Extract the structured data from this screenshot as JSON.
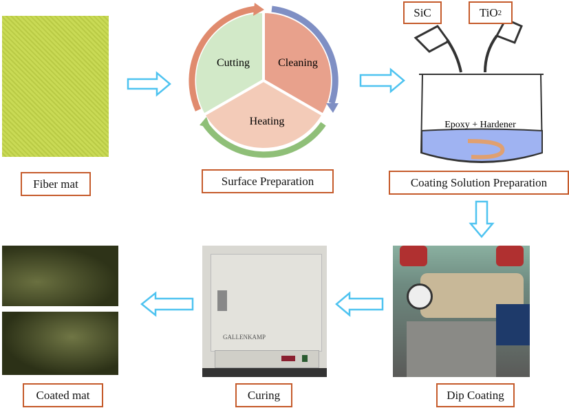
{
  "steps": {
    "fiber_mat": "Fiber mat",
    "surface_preparation": "Surface Preparation",
    "coating_solution": "Coating Solution Preparation",
    "dip_coating": "Dip Coating",
    "curing": "Curing",
    "coated_mat": "Coated mat"
  },
  "cycle": {
    "cutting": "Cutting",
    "cleaning": "Cleaning",
    "heating": "Heating"
  },
  "beaker": {
    "sic": "SiC",
    "tio2_base": "TiO",
    "tio2_sub": "2",
    "mixture": "Epoxy + Hardener"
  },
  "oven": {
    "brand": "GALLENKAMP"
  },
  "colors": {
    "arrow": "#4ec3f0",
    "label_border": "#c55a2a"
  }
}
